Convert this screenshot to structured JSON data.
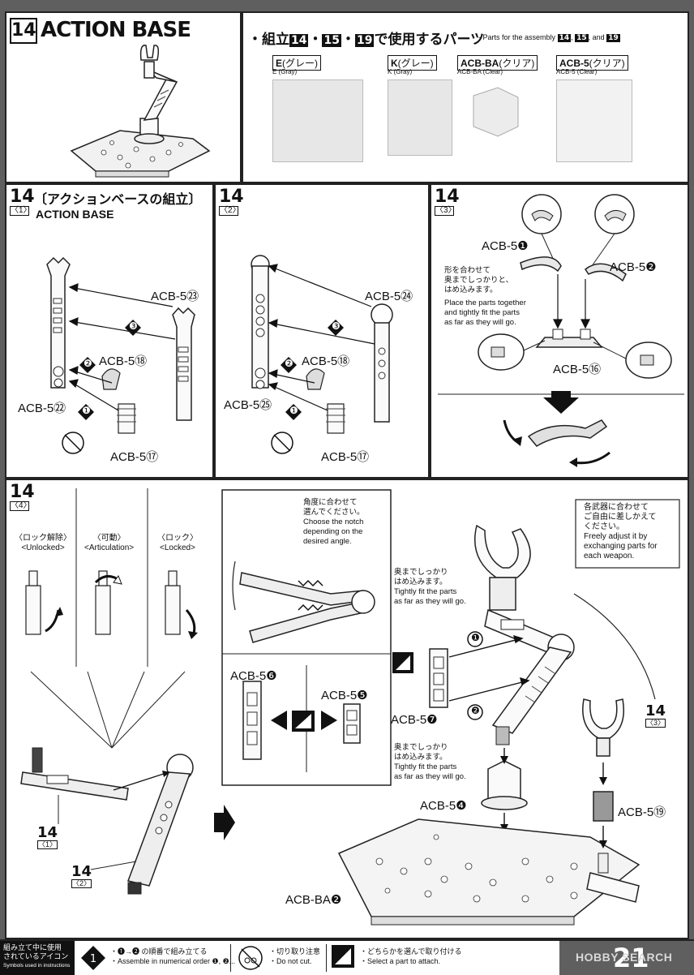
{
  "header": {
    "step": "14",
    "title": "ACTION BASE"
  },
  "parts_used": {
    "heading_jp_prefix": "・組立",
    "heading_steps": [
      "14",
      "15",
      "19"
    ],
    "heading_jp_suffix": "で使用するパーツ",
    "heading_en": "- Parts for the assembly",
    "heading_en_steps": [
      "14",
      "15",
      "19"
    ],
    "heading_en_and": "and",
    "sprues": [
      {
        "code": "E",
        "jp": "(グレー)",
        "en": "E (Gray)"
      },
      {
        "code": "K",
        "jp": "(グレー)",
        "en": "K (Gray)"
      },
      {
        "code": "ACB-BA",
        "jp": "(クリア)",
        "en": "ACB-BA (Clear)"
      },
      {
        "code": "ACB-5",
        "jp": "(クリア)",
        "en": "ACB-5 (Clear)"
      }
    ]
  },
  "step14_1": {
    "step": "14",
    "sub": "1",
    "title_jp": "〔アクションベースの組立〕",
    "title_en": "ACTION BASE",
    "labels": {
      "p23": "ACB-5㉓",
      "p18": "ACB-5⑱",
      "p22": "ACB-5㉒",
      "p17": "ACB-5⑰"
    },
    "order": [
      "❶",
      "❷",
      "❸"
    ]
  },
  "step14_2": {
    "step": "14",
    "sub": "2",
    "labels": {
      "p24": "ACB-5㉔",
      "p18": "ACB-5⑱",
      "p25": "ACB-5㉕",
      "p17": "ACB-5⑰"
    },
    "order": [
      "❶",
      "❷",
      "❸"
    ]
  },
  "step14_3": {
    "step": "14",
    "sub": "3",
    "labels": {
      "p1": "ACB-5❶",
      "p2": "ACB-5❷",
      "p16": "ACB-5⑯"
    },
    "note_jp": [
      "形を合わせて",
      "奥までしっかりと、",
      "はめ込みます。"
    ],
    "note_en": [
      "Place the parts together",
      "and tightly fit the parts",
      "as far as they will go."
    ]
  },
  "step14_4": {
    "step": "14",
    "sub": "4",
    "states": [
      {
        "jp": "〈ロック解除〉",
        "en": "<Unlocked>"
      },
      {
        "jp": "〈可動〉",
        "en": "<Articulation>"
      },
      {
        "jp": "〈ロック〉",
        "en": "<Locked>"
      }
    ],
    "ref1": {
      "step": "14",
      "sub": "1"
    },
    "ref2": {
      "step": "14",
      "sub": "2"
    },
    "notch_jp": [
      "角度に合わせて",
      "選んでください。"
    ],
    "notch_en": [
      "Choose the notch",
      "depending on the",
      "desired angle."
    ],
    "select_labels": {
      "p6": "ACB-5❻",
      "p5": "ACB-5❺"
    },
    "fit_jp": [
      "奥までしっかり",
      "はめ込みます。"
    ],
    "fit_en": [
      "Tightly fit the parts",
      "as far as they will go."
    ],
    "weapon_jp": [
      "各武器に合わせて",
      "ご自由に差しかえて",
      "ください。"
    ],
    "weapon_en": [
      "Freely adjust it by",
      "exchanging parts for",
      "each weapon."
    ],
    "part_labels": {
      "p7": "ACB-5❼",
      "p4": "ACB-5❹",
      "ba2": "ACB-BA❷",
      "p19": "ACB-5⑲"
    },
    "ref3": {
      "step": "14",
      "sub": "3"
    },
    "order": [
      "❶",
      "❷"
    ]
  },
  "footer": {
    "legend_title_jp": [
      "組み立て中に使用",
      "されているアイコン"
    ],
    "legend_title_en": "Symbols used in instructions",
    "icons": [
      {
        "jp": "・❶→❷ の順番で組み立てる",
        "en": "・Assemble in numerical order ❶, ❷..."
      },
      {
        "jp": "・切り取り注意",
        "en": "・Do not cut."
      },
      {
        "jp": "・どちらかを選んで取り付ける",
        "en": "・Select a part to attach."
      }
    ],
    "watermark": "HOBBY SEARCH",
    "page_number": "21"
  }
}
